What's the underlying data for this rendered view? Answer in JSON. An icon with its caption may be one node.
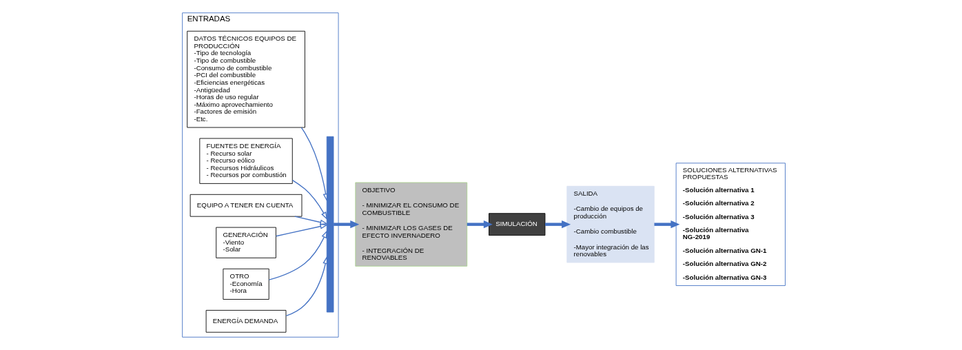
{
  "diagram": {
    "nodes": [
      {
        "text": [
          "ENTRADAS"
        ]
      },
      {
        "text": [
          "DATOS TÉCNICOS EQUIPOS DE PRODUCCIÓN",
          "-Tipo de tecnología",
          "-Tipo de combustible",
          "-Consumo de combustible",
          "-PCI del combustible",
          "-Eficiencias energéticas",
          "-Antigüedad",
          "-Horas de uso regular",
          "-Máximo aprovechamiento",
          "-Factores de emisión",
          "-Etc."
        ],
        "in": 0
      },
      {
        "text": [
          "FUENTES DE ENERGÍA",
          "- Recurso solar",
          "- Recurso eólico",
          "- Recursos Hidráulicos",
          "- Recursos por combustión"
        ],
        "in": 0
      },
      {
        "text": [],
        "shape": "bar",
        "in": 0
      },
      {
        "text": [
          "EQUIPO A TENER EN CUENTA"
        ],
        "in": 0
      },
      {
        "text": [
          "GENERACIÓN",
          "-Viento",
          "-Solar"
        ],
        "in": 0
      },
      {
        "text": [
          "OTRO",
          "-Economía",
          "-Hora"
        ],
        "in": 0
      },
      {
        "text": [
          "ENERGÍA DEMANDA"
        ],
        "in": 0
      },
      {
        "text": [
          "OBJETIVO",
          "- MINIMIZAR EL CONSUMO DE COMBUSTIBLE",
          "- MINIMIZAR LOS GASES DE EFECTO INVERNADERO",
          "- INTEGRACIÓN DE RENOVABLES"
        ]
      },
      {
        "text": [
          "SIMULACIÓN"
        ]
      },
      {
        "text": [
          "SALIDA",
          "-Cambio de equipos de producción",
          "-Cambio combustible",
          "-Mayor integración de las renovables"
        ]
      },
      {
        "text": [
          "SOLUCIONES ALTERNATIVAS PROPUESTAS",
          "-Solución alternativa 1",
          "-Solución alternativa 2",
          "-Solución alternativa 3",
          "-Solución alternativa NG-2019",
          "-Solución alternativa GN-1",
          "-Solución alternativa GN-2",
          "-Solución alternativa GN-3"
        ]
      }
    ],
    "edges": [
      {
        "from": 1,
        "to": 3,
        "arrow": "to"
      },
      {
        "from": 2,
        "to": 3,
        "arrow": "to"
      },
      {
        "from": 4,
        "to": 3,
        "arrow": "to"
      },
      {
        "from": 5,
        "to": 3,
        "arrow": "to"
      },
      {
        "from": 6,
        "to": 3,
        "arrow": "to"
      },
      {
        "from": 7,
        "to": 3,
        "arrow": "to"
      },
      {
        "from": 3,
        "to": 8,
        "arrow": "to",
        "style": "thick"
      },
      {
        "from": 8,
        "to": 9,
        "arrow": "to",
        "style": "thick"
      },
      {
        "from": 9,
        "to": 10,
        "arrow": "to",
        "style": "thick"
      },
      {
        "from": 10,
        "to": 11,
        "arrow": "to",
        "style": "thick"
      }
    ]
  }
}
